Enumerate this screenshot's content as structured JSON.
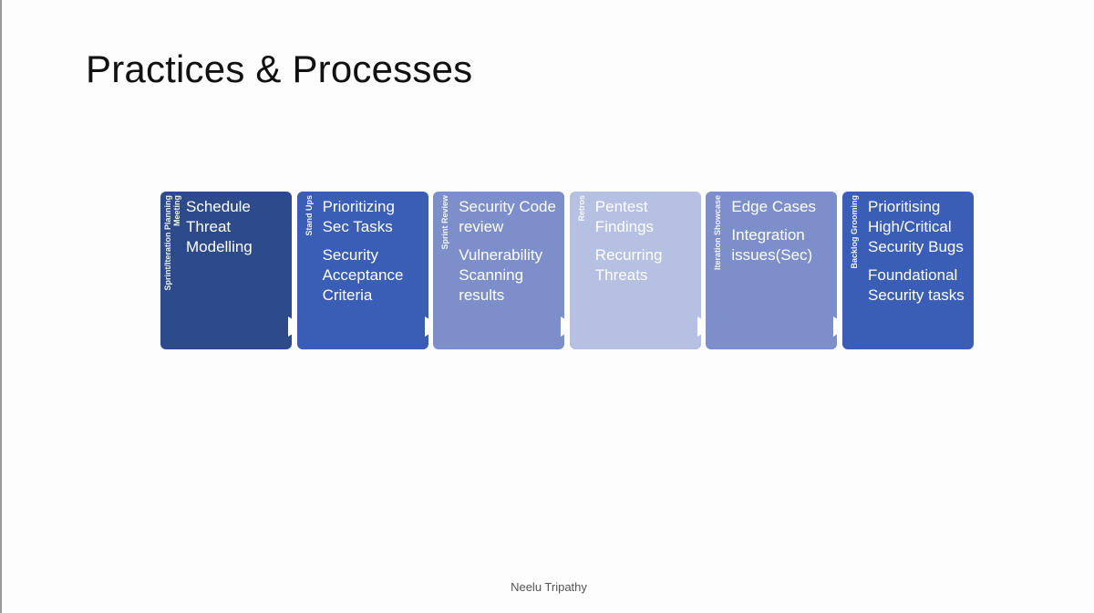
{
  "slide": {
    "title": "Practices & Processes",
    "footer": "Neelu Tripathy"
  },
  "colors": {
    "stage_backgrounds": [
      "#2d4a8a",
      "#3a5db5",
      "#7c8fca",
      "#b6c0e2",
      "#7c8fca",
      "#3a5db5"
    ],
    "label_color": "#ffffff",
    "arrow_color": "#ffffff"
  },
  "stages": [
    {
      "label_lines": [
        "Sprint/Iteration  Planning",
        "Meeting"
      ],
      "items": [
        "Schedule Threat Modelling"
      ]
    },
    {
      "label_lines": [
        "Stand Ups"
      ],
      "items": [
        "Prioritizing Sec Tasks",
        "Security Acceptance Criteria"
      ]
    },
    {
      "label_lines": [
        "Sprint Review"
      ],
      "items": [
        "Security Code review",
        "Vulnerability Scanning results"
      ]
    },
    {
      "label_lines": [
        "Retros"
      ],
      "items": [
        "Pentest Findings",
        "Recurring Threats"
      ]
    },
    {
      "label_lines": [
        "Iteration Showcase"
      ],
      "items": [
        "Edge Cases",
        "Integration issues(Sec)"
      ]
    },
    {
      "label_lines": [
        "Backlog Grooming"
      ],
      "items": [
        "Prioritising High/Critical Security Bugs",
        "Foundational Security tasks"
      ]
    }
  ]
}
